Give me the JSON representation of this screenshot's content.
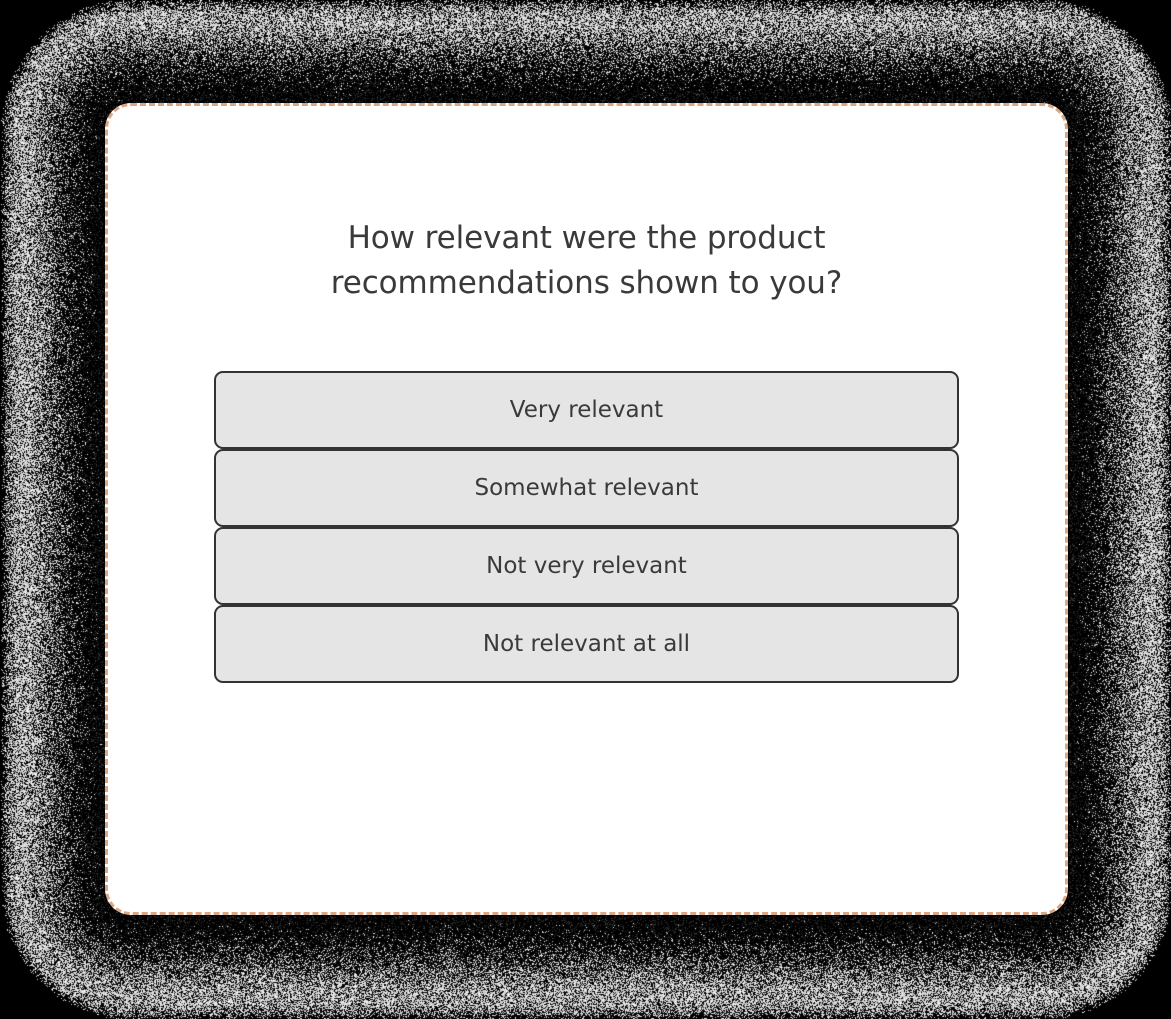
{
  "page": {
    "background_color": "#000000",
    "noise_band_color_dark": "#000000",
    "noise_band_color_light": "#ffffff"
  },
  "card": {
    "background_color": "#ffffff",
    "border_color": "#dba883",
    "border_style": "dashed"
  },
  "question": {
    "text": "How relevant were the product recommendations shown to you?",
    "text_color": "#3a3a3a"
  },
  "options": [
    {
      "label": "Very relevant"
    },
    {
      "label": "Somewhat relevant"
    },
    {
      "label": "Not very relevant"
    },
    {
      "label": "Not relevant at all"
    }
  ],
  "option_style": {
    "fill_color": "#e5e5e5",
    "border_color": "#333333",
    "text_color": "#3a3a3a"
  }
}
